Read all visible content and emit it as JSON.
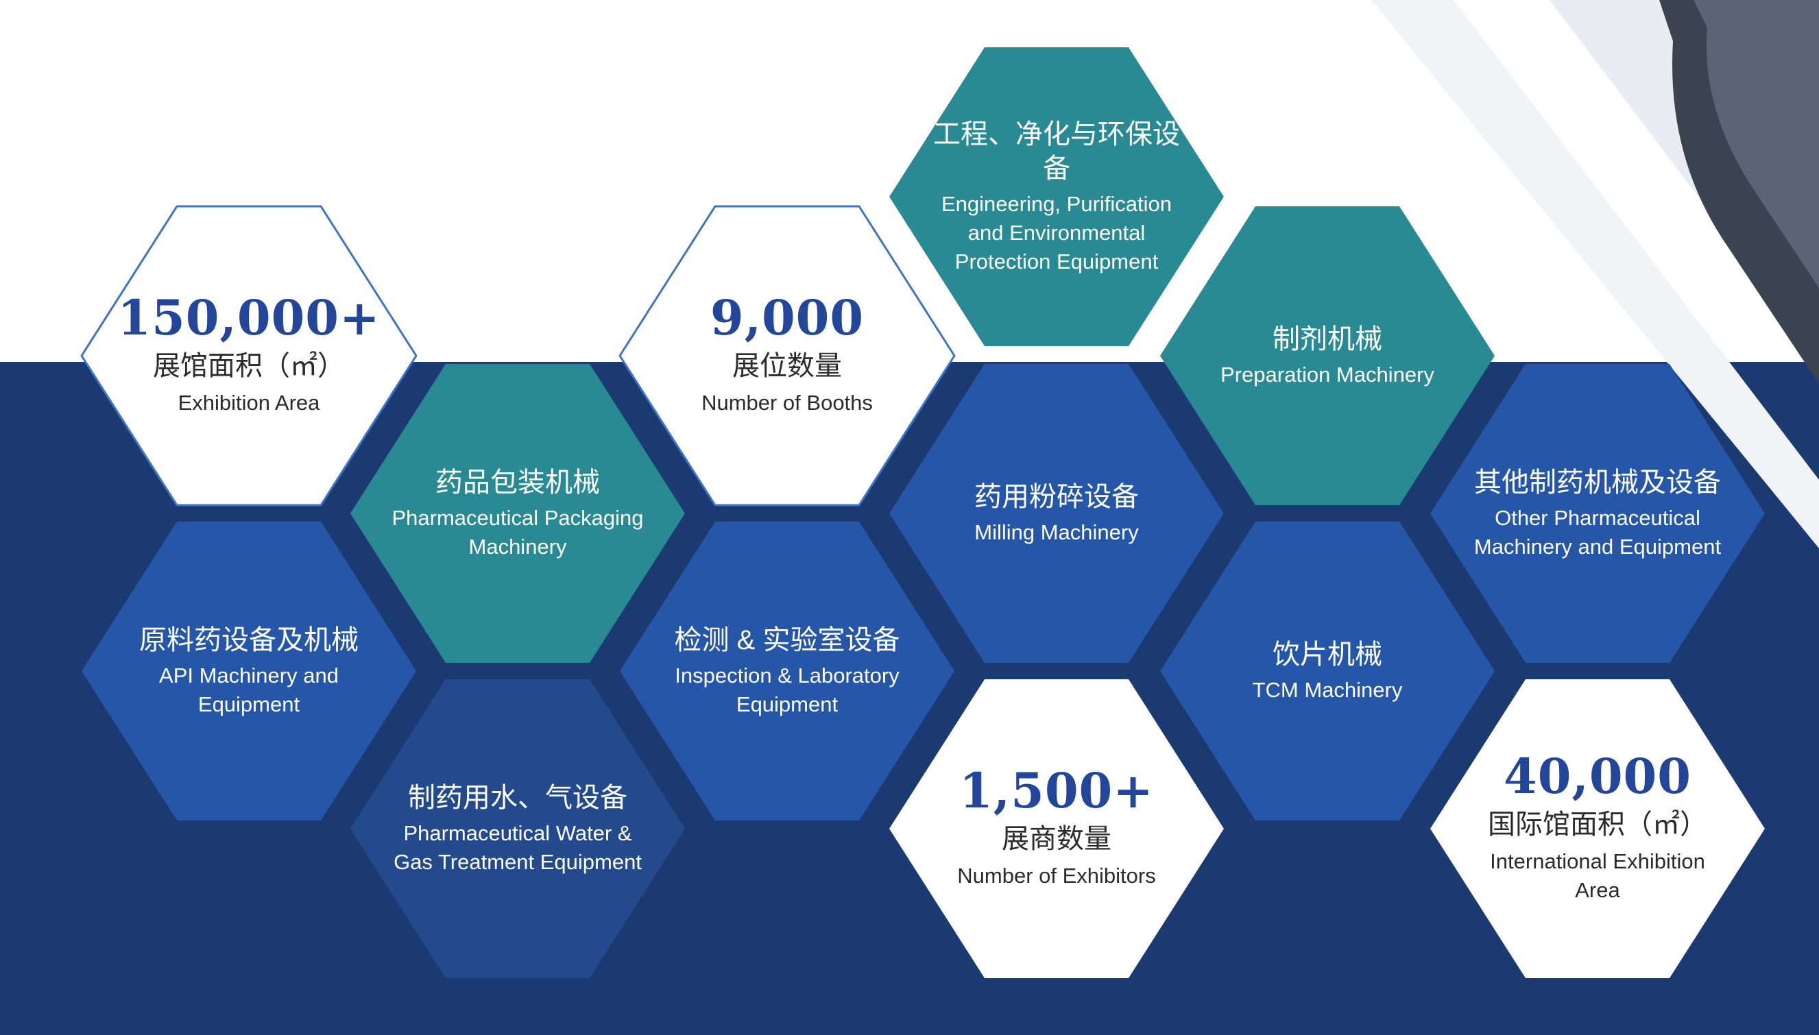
{
  "colors": {
    "navy_band": "#1b3a72",
    "blue_hex": "#2556a8",
    "teal_hex": "#2a8a93",
    "number_blue": "#23469a",
    "outline_blue": "#3f74c4"
  },
  "stats": {
    "area": {
      "number": "150,000+",
      "zh": "展馆面积（㎡）",
      "en": "Exhibition Area"
    },
    "booths": {
      "number": "9,000",
      "zh": "展位数量",
      "en": "Number of Booths"
    },
    "exhibitors": {
      "number": "1,500+",
      "zh": "展商数量",
      "en": "Number of Exhibitors"
    },
    "intl": {
      "number": "40,000",
      "zh": "国际馆面积（㎡）",
      "en": "International Exhibition Area"
    }
  },
  "categories": {
    "engineering": {
      "zh": "工程、净化与环保设备",
      "en": "Engineering, Purification and Environmental Protection Equipment"
    },
    "preparation": {
      "zh": "制剂机械",
      "en": "Preparation Machinery"
    },
    "packaging": {
      "zh": "药品包装机械",
      "en": "Pharmaceutical Packaging Machinery"
    },
    "milling": {
      "zh": "药用粉碎设备",
      "en": "Milling Machinery"
    },
    "other": {
      "zh": "其他制药机械及设备",
      "en": "Other Pharmaceutical Machinery and Equipment"
    },
    "api": {
      "zh": "原料药设备及机械",
      "en": "API Machinery and Equipment"
    },
    "inspection": {
      "zh": "检测 & 实验室设备",
      "en": "Inspection & Laboratory Equipment"
    },
    "tcm": {
      "zh": "饮片机械",
      "en": "TCM Machinery"
    },
    "water": {
      "zh": "制药用水、气设备",
      "en": "Pharmaceutical Water & Gas Treatment Equipment"
    }
  }
}
